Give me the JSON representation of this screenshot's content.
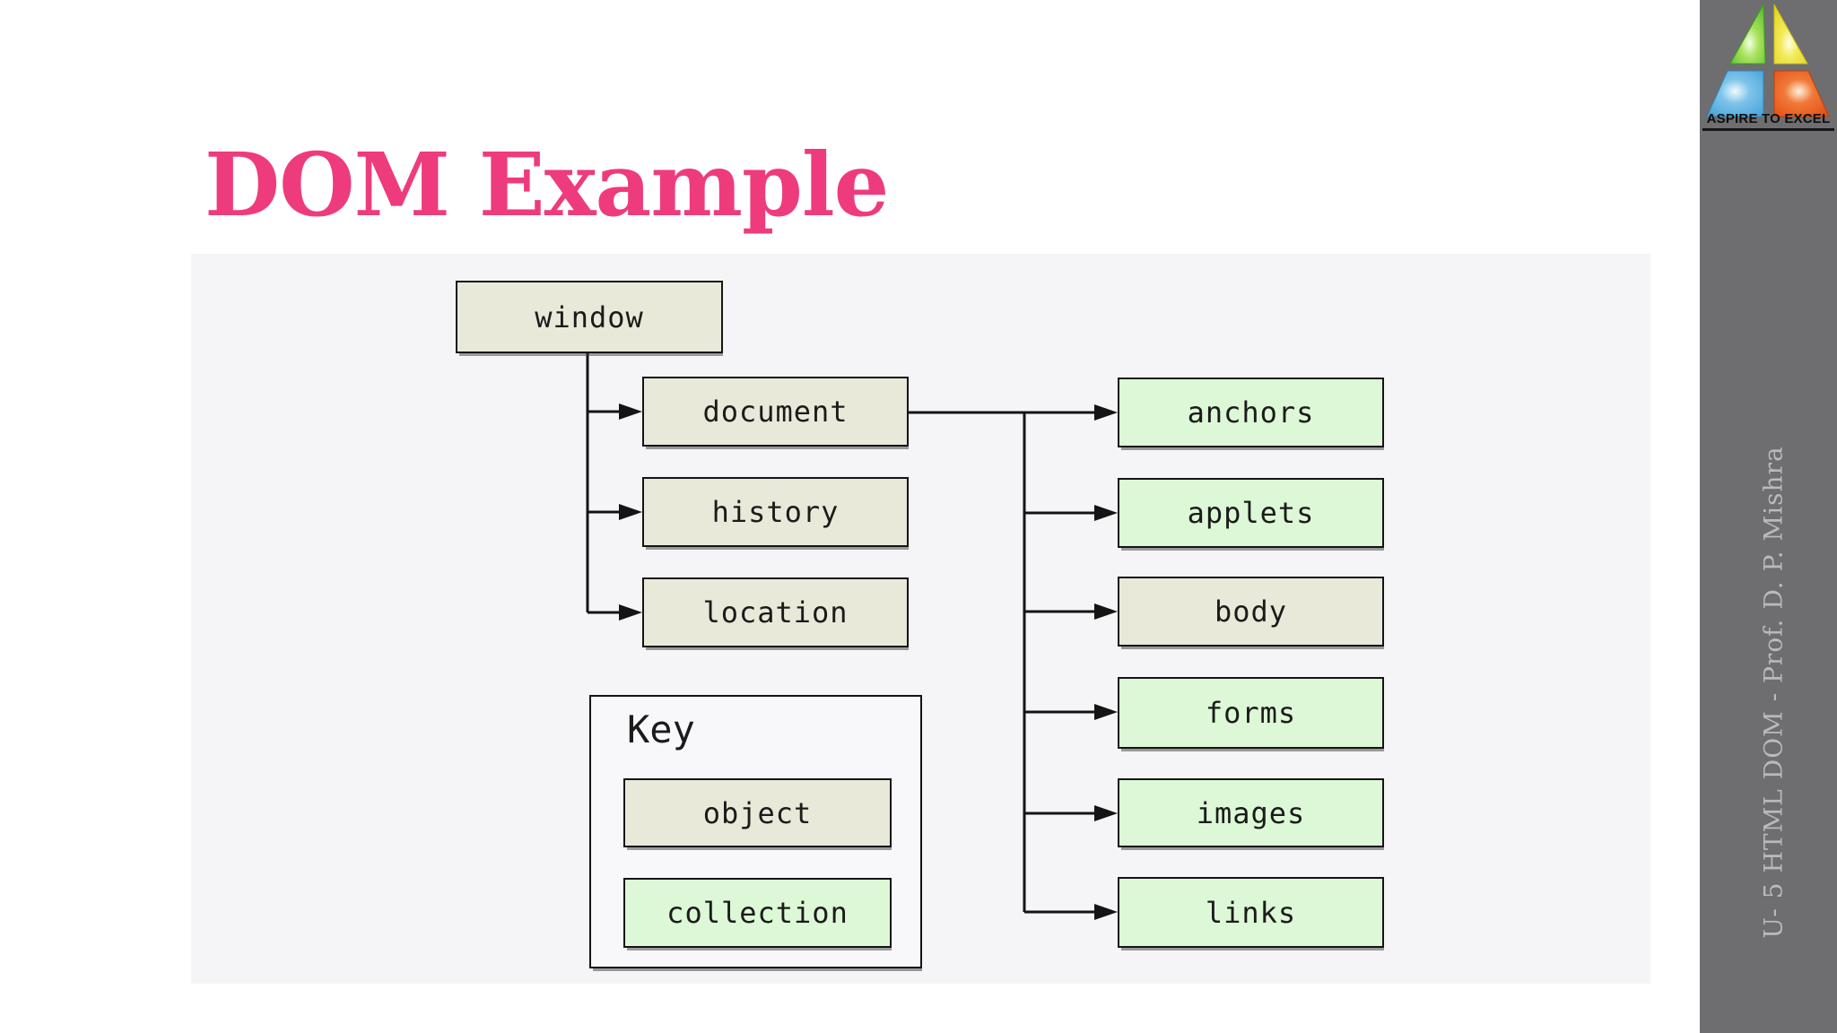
{
  "slide": {
    "title": "DOM Example"
  },
  "colors": {
    "title_pink": "#ee3b7d",
    "object_fill": "#e9e9d9",
    "collection_fill": "#ddf8d6",
    "panel_bg": "#f5f4f7",
    "sidebar_bg": "#6e6e70",
    "sidebar_text": "#bababc",
    "line_black": "#141414"
  },
  "diagram": {
    "root": {
      "label": "window",
      "type": "object"
    },
    "window_children": [
      {
        "label": "document",
        "type": "object"
      },
      {
        "label": "history",
        "type": "object"
      },
      {
        "label": "location",
        "type": "object"
      }
    ],
    "document_children": [
      {
        "label": "anchors",
        "type": "collection"
      },
      {
        "label": "applets",
        "type": "collection"
      },
      {
        "label": "body",
        "type": "object"
      },
      {
        "label": "forms",
        "type": "collection"
      },
      {
        "label": "images",
        "type": "collection"
      },
      {
        "label": "links",
        "type": "collection"
      }
    ],
    "key": {
      "title": "Key",
      "entries": [
        {
          "label": "object",
          "type": "object"
        },
        {
          "label": "collection",
          "type": "collection"
        }
      ]
    }
  },
  "sidebar": {
    "logo_caption": "ASPIRE TO EXCEL",
    "vertical_text": "U- 5 HTML DOM  - Prof. D. P. Mishra"
  }
}
